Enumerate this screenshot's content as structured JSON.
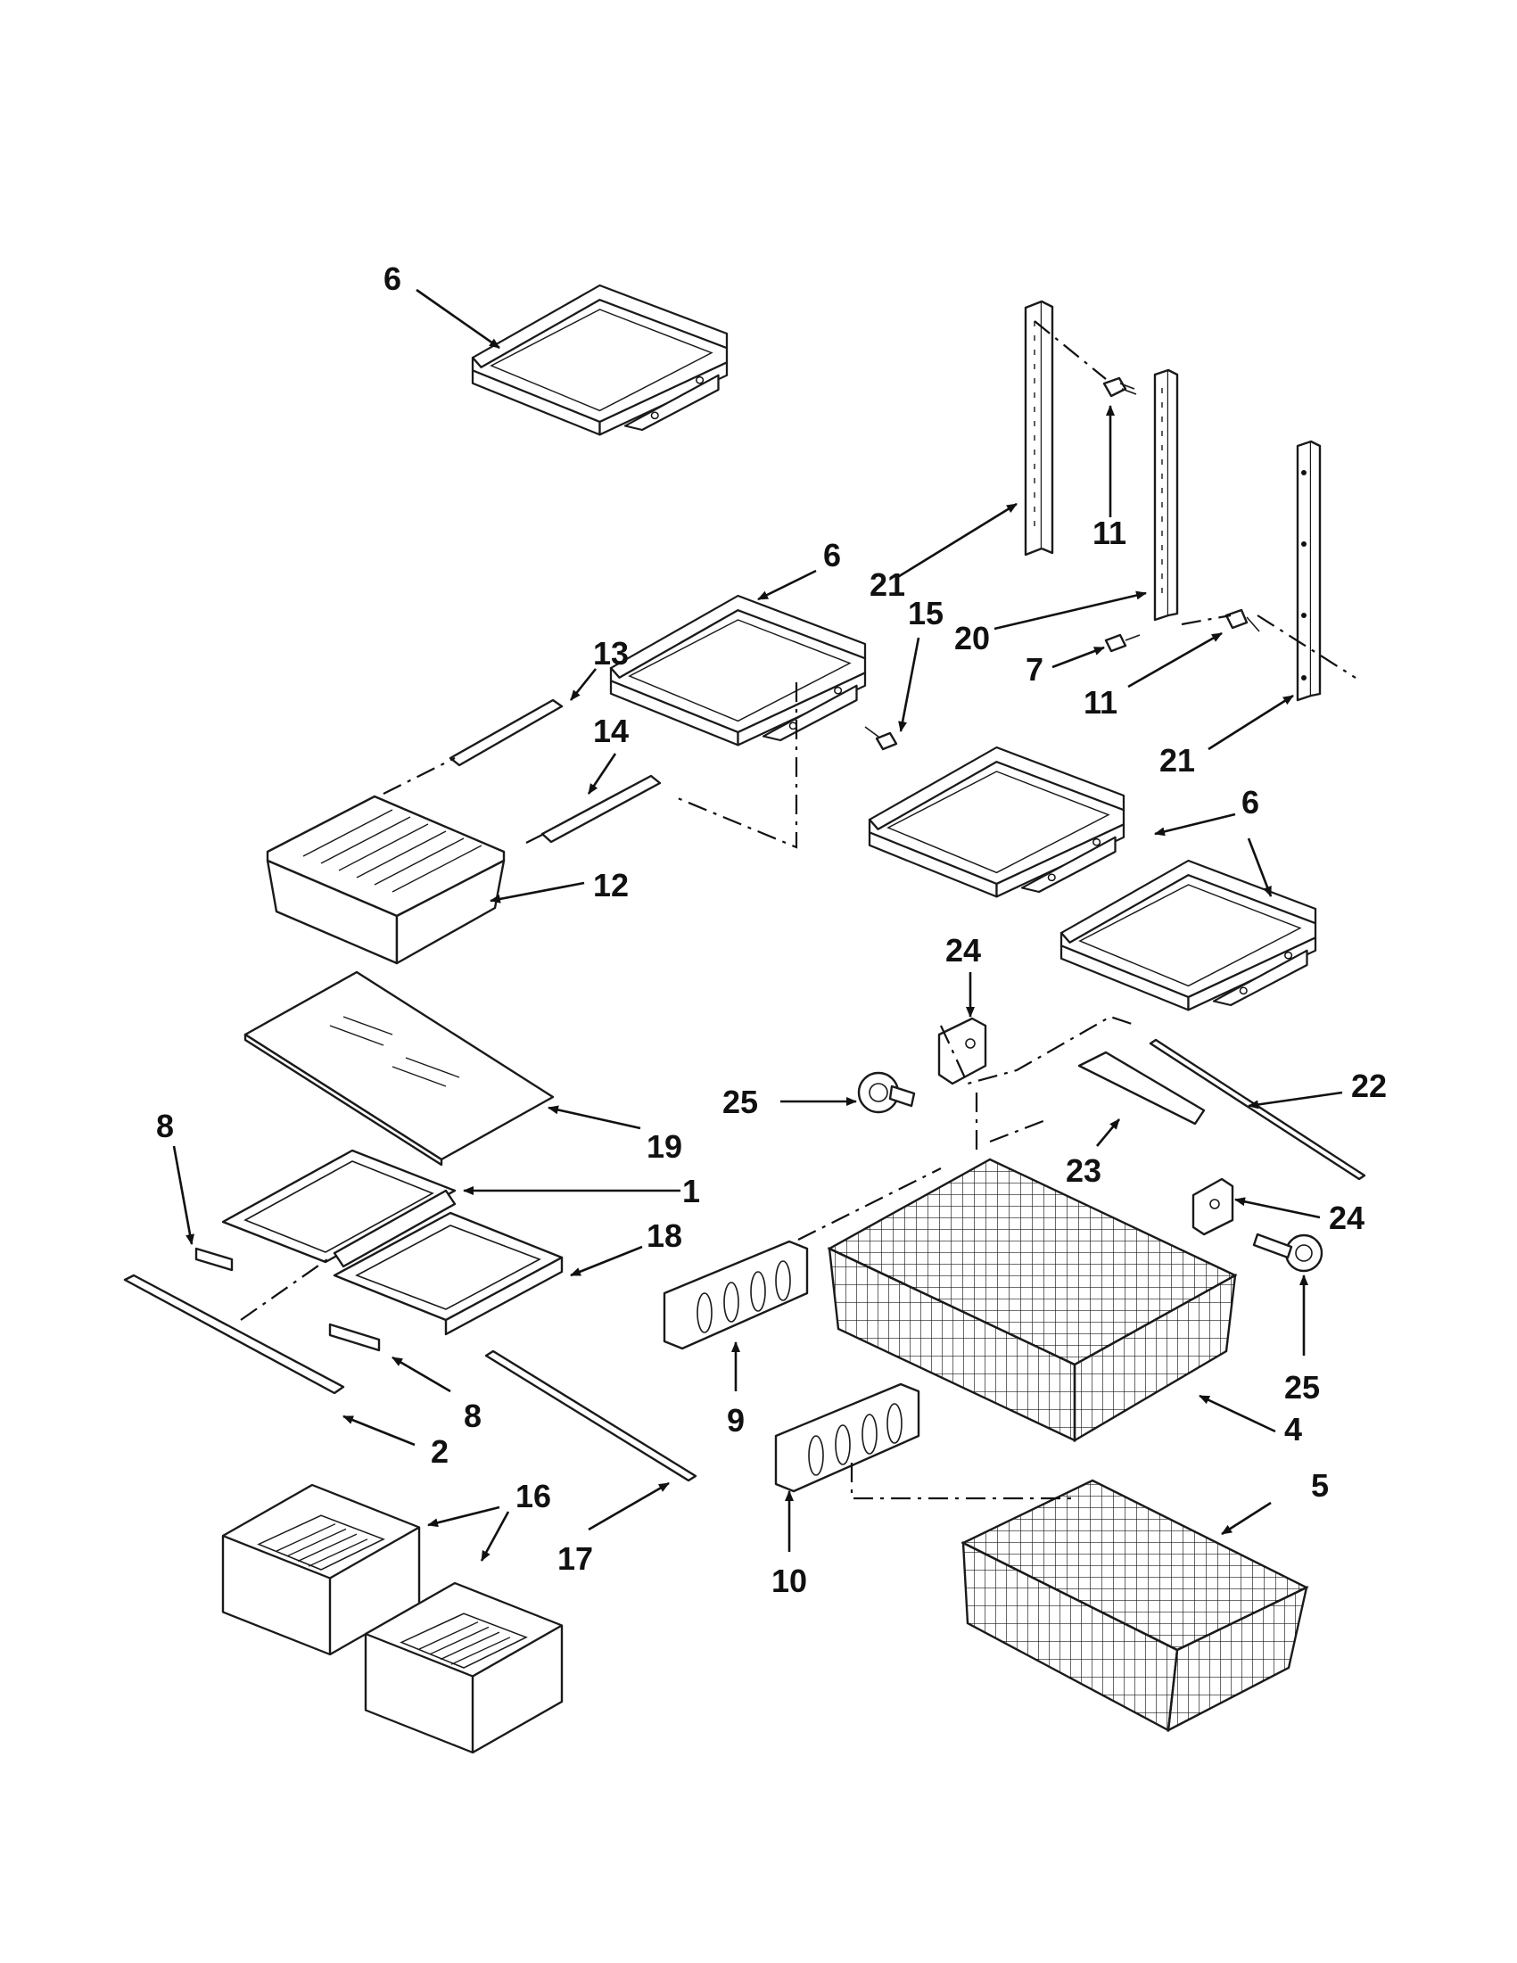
{
  "diagram": {
    "callouts": [
      {
        "id": "c-6a",
        "text": "6"
      },
      {
        "id": "c-6b",
        "text": "6"
      },
      {
        "id": "c-6c",
        "text": "6"
      },
      {
        "id": "c-21a",
        "text": "21"
      },
      {
        "id": "c-15",
        "text": "15"
      },
      {
        "id": "c-11a",
        "text": "11"
      },
      {
        "id": "c-20",
        "text": "20"
      },
      {
        "id": "c-7",
        "text": "7"
      },
      {
        "id": "c-11b",
        "text": "11"
      },
      {
        "id": "c-21b",
        "text": "21"
      },
      {
        "id": "c-13",
        "text": "13"
      },
      {
        "id": "c-14",
        "text": "14"
      },
      {
        "id": "c-12",
        "text": "12"
      },
      {
        "id": "c-24a",
        "text": "24"
      },
      {
        "id": "c-25a",
        "text": "25"
      },
      {
        "id": "c-22",
        "text": "22"
      },
      {
        "id": "c-19",
        "text": "19"
      },
      {
        "id": "c-23",
        "text": "23"
      },
      {
        "id": "c-8a",
        "text": "8"
      },
      {
        "id": "c-1",
        "text": "1"
      },
      {
        "id": "c-24b",
        "text": "24"
      },
      {
        "id": "c-18",
        "text": "18"
      },
      {
        "id": "c-25b",
        "text": "25"
      },
      {
        "id": "c-8b",
        "text": "8"
      },
      {
        "id": "c-9",
        "text": "9"
      },
      {
        "id": "c-4",
        "text": "4"
      },
      {
        "id": "c-2",
        "text": "2"
      },
      {
        "id": "c-5",
        "text": "5"
      },
      {
        "id": "c-16",
        "text": "16"
      },
      {
        "id": "c-17",
        "text": "17"
      },
      {
        "id": "c-10",
        "text": "10"
      }
    ]
  }
}
